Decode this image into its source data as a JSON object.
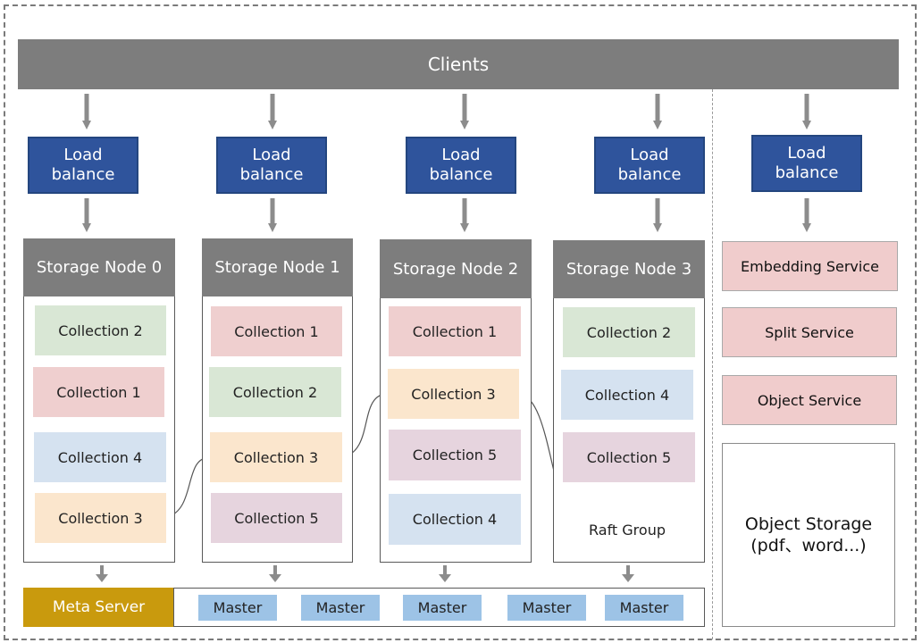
{
  "clients": "Clients",
  "load_balance": "Load\nbalance",
  "nodes": [
    {
      "title": "Storage Node 0",
      "collections": [
        "Collection 2",
        "Collection 1",
        "Collection 4",
        "Collection 3"
      ]
    },
    {
      "title": "Storage Node 1",
      "collections": [
        "Collection 1",
        "Collection 2",
        "Collection 3",
        "Collection 5"
      ]
    },
    {
      "title": "Storage Node 2",
      "collections": [
        "Collection 1",
        "Collection 3",
        "Collection 5",
        "Collection 4"
      ]
    },
    {
      "title": "Storage Node 3",
      "collections": [
        "Collection 2",
        "Collection 4",
        "Collection 5"
      ]
    }
  ],
  "raft_label": "Raft Group",
  "services": [
    "Embedding Service",
    "Split Service",
    "Object Service"
  ],
  "object_storage": {
    "line1": "Object Storage",
    "line2": "(pdf、word...)"
  },
  "meta_server": "Meta Server",
  "masters": [
    "Master",
    "Master",
    "Master",
    "Master",
    "Master"
  ],
  "colors": {
    "clients": "#7d7d7d",
    "load_balance": "#2f549c",
    "meta_server": "#c99a0d",
    "master": "#9dc3e6",
    "service": "#f0cccc"
  }
}
